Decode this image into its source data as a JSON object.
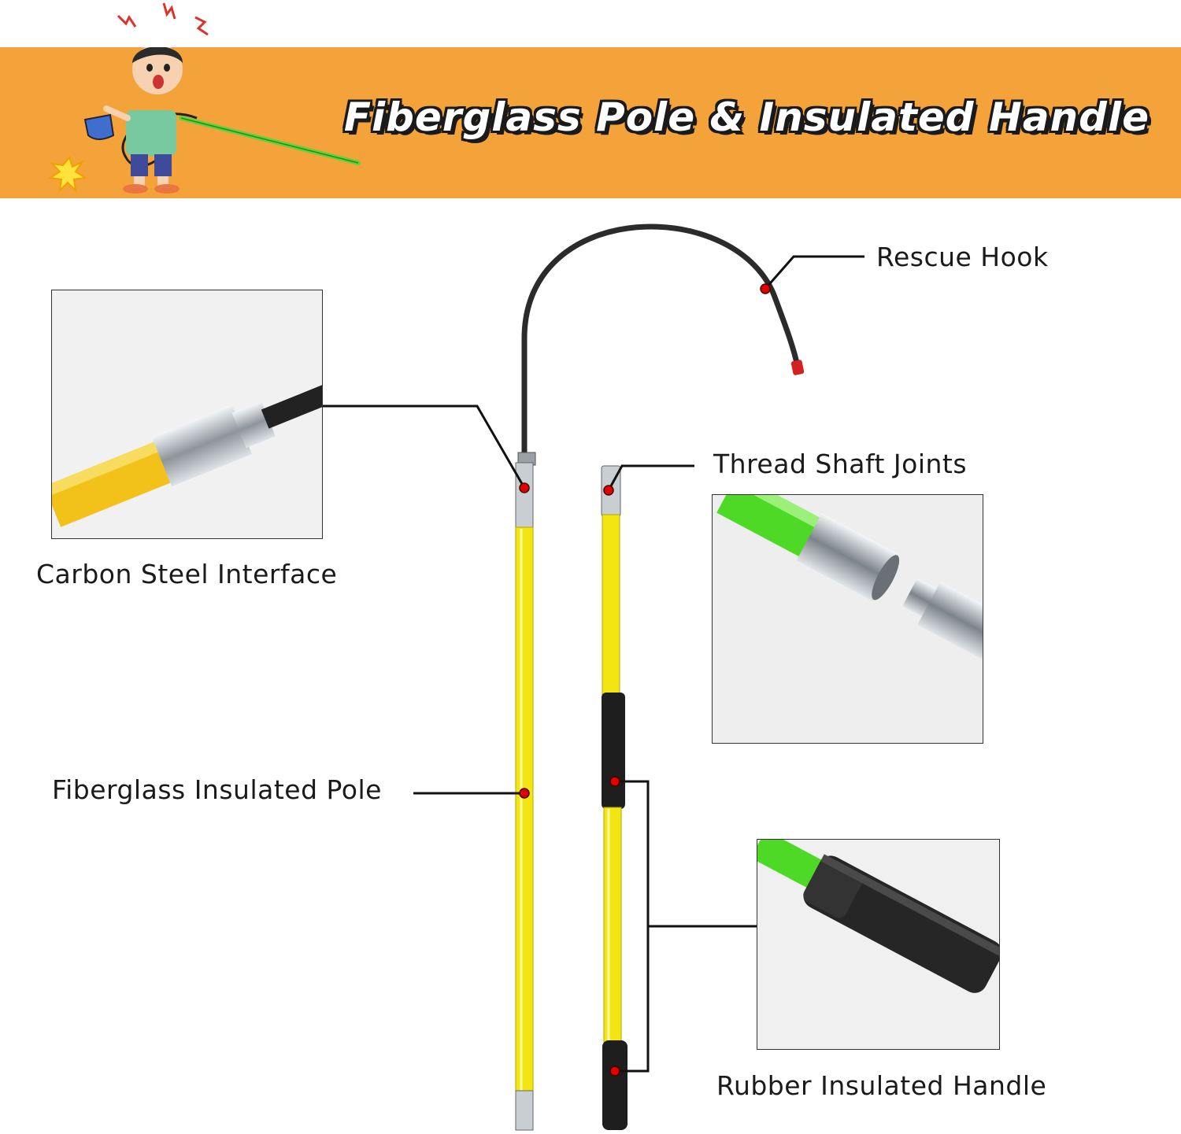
{
  "banner": {
    "title": "Fiberglass Pole & Insulated Handle",
    "background_color": "#f4a23a"
  },
  "callouts": {
    "rescue_hook": "Rescue Hook",
    "carbon_steel_interface": "Carbon Steel Interface",
    "thread_shaft_joints": "Thread Shaft Joints",
    "fiberglass_insulated_pole": "Fiberglass Insulated Pole",
    "rubber_insulated_handle": "Rubber Insulated Handle"
  },
  "colors": {
    "pole_yellow": "#f2e512",
    "connector_green": "#4fd927",
    "marker_red": "#e00000",
    "hook_black": "#2b2b2b"
  },
  "icons": {
    "cartoon": "shocked-boy-illustration",
    "markers": "red-dot-marker"
  }
}
